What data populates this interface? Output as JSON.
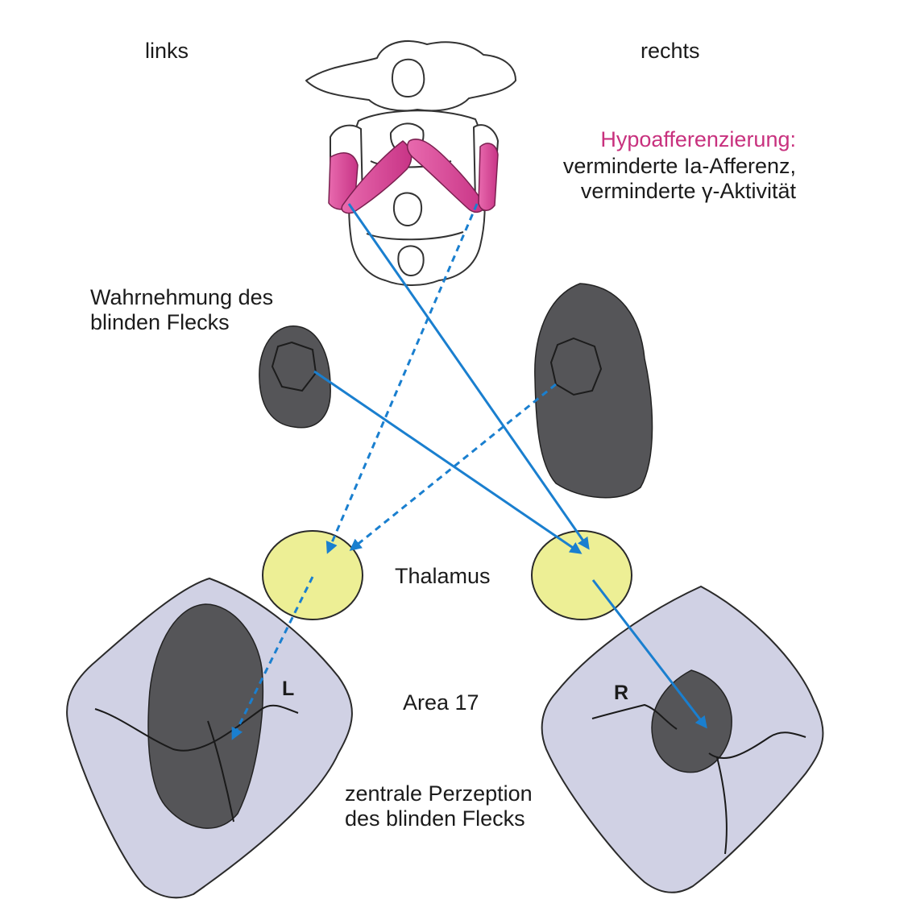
{
  "labels": {
    "left": "links",
    "right": "rechts",
    "hypo_title": "Hypoafferenzierung:",
    "hypo_line1": "verminderte Ia-Afferenz,",
    "hypo_line2": "verminderte γ-Aktivität",
    "perception_line1": "Wahrnehmung des",
    "perception_line2": "blinden Flecks",
    "thalamus": "Thalamus",
    "area": "Area 17",
    "central_line1": "zentrale Perzeption",
    "central_line2": "des blinden Flecks",
    "cortex_left": "L",
    "cortex_right": "R"
  },
  "colors": {
    "arrow": "#1a7fcf",
    "muscle": "#de4c9a",
    "hypo_text": "#c8317e",
    "blind_spot": "#555558",
    "thalamus": "#edef95",
    "cortex": "#d0d1e4"
  }
}
